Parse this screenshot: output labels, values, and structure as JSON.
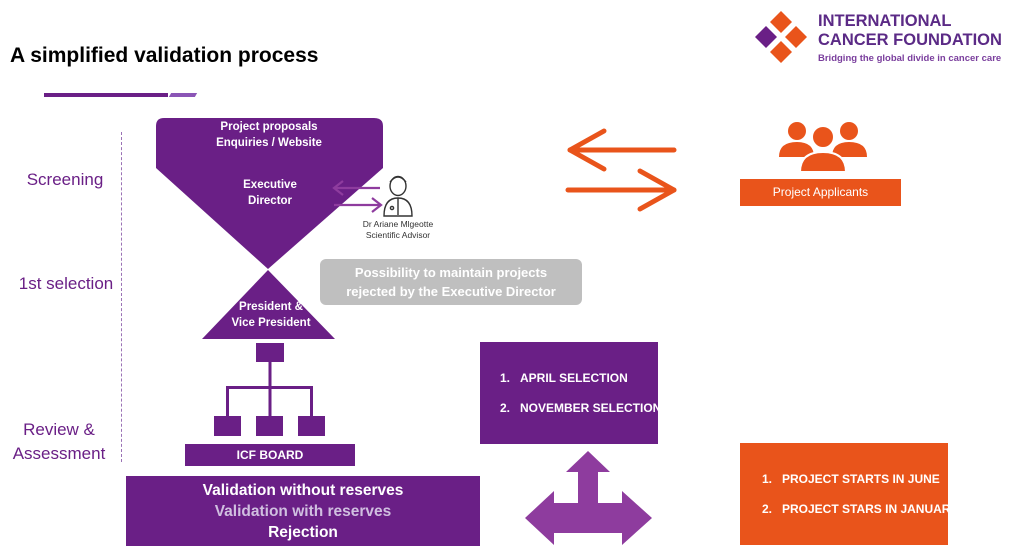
{
  "slide": {
    "title": "A simplified validation process"
  },
  "logo": {
    "name_line1": "INTERNATIONAL",
    "name_line2": "CANCER FOUNDATION",
    "tagline": "Bridging the global divide in cancer care",
    "colors": {
      "orange": "#e9541b",
      "purple": "#6a1f86"
    }
  },
  "stages": {
    "screening": "Screening",
    "selection": "1st selection",
    "review_line1": "Review &",
    "review_line2": "Assessment"
  },
  "funnel": {
    "top_line1": "Project proposals",
    "top_line2": "Enquiries / Website",
    "ed_line1": "Executive",
    "ed_line2": "Director"
  },
  "advisor": {
    "icon": "doctor-icon",
    "name": "Dr Ariane Mlgeotte",
    "role": "Scientific Advisor"
  },
  "possibility": {
    "line1": "Possibility to maintain projects",
    "line2": "rejected by the Executive Director"
  },
  "president": {
    "line1": "President &",
    "line2": "Vice President"
  },
  "board": {
    "icon": "org-chart-icon",
    "label": "ICF BOARD"
  },
  "validation": {
    "option1": "Validation without reserves",
    "option2": "Validation with reserves",
    "option3": "Rejection"
  },
  "applicants": {
    "icon": "people-group-icon",
    "label": "Project Applicants"
  },
  "selections": [
    {
      "num": "1.",
      "label": "APRIL SELECTION"
    },
    {
      "num": "2.",
      "label": "NOVEMBER SELECTION"
    }
  ],
  "starts": [
    {
      "num": "1.",
      "label": "PROJECT STARTS IN JUNE"
    },
    {
      "num": "2.",
      "label": "PROJECT STARS IN JANUARY"
    }
  ],
  "colors": {
    "purple": "#6a1f86",
    "orange": "#e9541b",
    "grey": "#bfbfbf",
    "arrow_purple": "#8e3c9e"
  }
}
